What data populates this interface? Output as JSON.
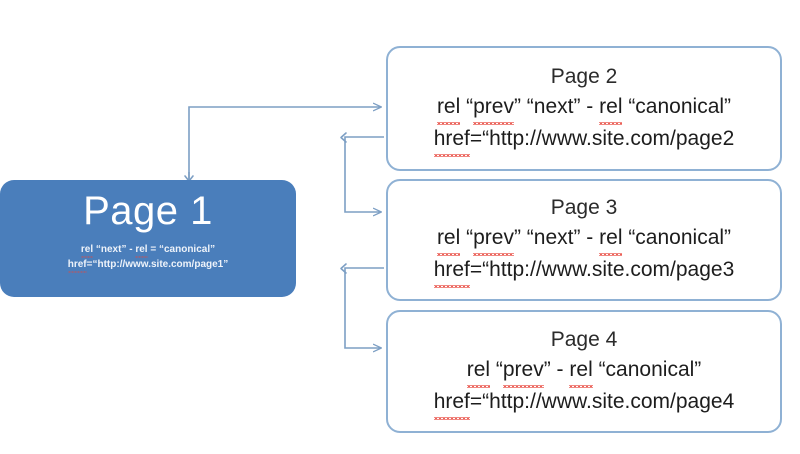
{
  "diagram": {
    "title": "Pagination rel prev next canonical diagram",
    "colors": {
      "page1_fill": "#4a7ebb",
      "box_border": "#8fb1d4",
      "connector": "#7d9fc4",
      "box_title_text": "#2b2b2b",
      "page1_text": "#ffffff",
      "spellcheck_underline": "#e8463c"
    }
  },
  "page1": {
    "title": "Page 1",
    "line1_a": "rel",
    "line1_b": " “next”  -  ",
    "line1_c": "rel",
    "line1_d": " = “canonical”",
    "line2_a": "href",
    "line2_b": "=“http://www.site.com/page1”"
  },
  "boxes": [
    {
      "id": "page2",
      "title": "Page 2",
      "rel_line": {
        "t1": "rel",
        "t2": " “",
        "t3": "prev",
        "t4": "” “next” - ",
        "t5": "rel",
        "t6": " “canonical”"
      },
      "href_line": {
        "h1": "href",
        "h2": "=“http://www.site.com/page2"
      }
    },
    {
      "id": "page3",
      "title": "Page 3",
      "rel_line": {
        "t1": "rel",
        "t2": " “",
        "t3": "prev",
        "t4": "” “next” - ",
        "t5": "rel",
        "t6": " “canonical”"
      },
      "href_line": {
        "h1": "href",
        "h2": "=“http://www.site.com/page3"
      }
    },
    {
      "id": "page4",
      "title": "Page 4",
      "rel_line": {
        "t1": "rel",
        "t2": " “",
        "t3": "prev",
        "t4": "” - ",
        "t5": "rel",
        "t6": " “canonical”"
      },
      "href_line": {
        "h1": "href",
        "h2": "=“http://www.site.com/page4"
      }
    }
  ],
  "connectors": [
    {
      "name": "page2-to-page1",
      "from": "Page 2",
      "to": "Page 1",
      "style": "elbow-arrow"
    },
    {
      "name": "page3-to-page2",
      "from": "Page 3",
      "to": "Page 2",
      "style": "u-arrow"
    },
    {
      "name": "page2-to-page3",
      "from": "Page 2",
      "to": "Page 3",
      "style": "u-arrow"
    },
    {
      "name": "page4-to-page3",
      "from": "Page 4",
      "to": "Page 3",
      "style": "u-arrow"
    },
    {
      "name": "page3-to-page4",
      "from": "Page 3",
      "to": "Page 4",
      "style": "u-arrow"
    }
  ]
}
